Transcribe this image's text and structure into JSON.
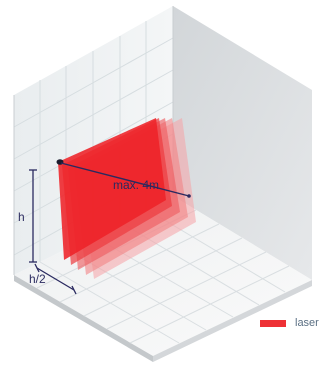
{
  "labels": {
    "range": "max. 4m",
    "height": "h",
    "half_height": "h/2"
  },
  "legend": {
    "label": "laser",
    "color": "#ee3135"
  },
  "colors": {
    "laser": "#ee2228",
    "dimension_line": "#2a2a60",
    "grid_line": "#cfd7db",
    "back_wall": "#f0f3f4",
    "right_wall": "#d9dcde",
    "floor": "#f4f5f6",
    "floor_edge": "#bfc3c6"
  }
}
